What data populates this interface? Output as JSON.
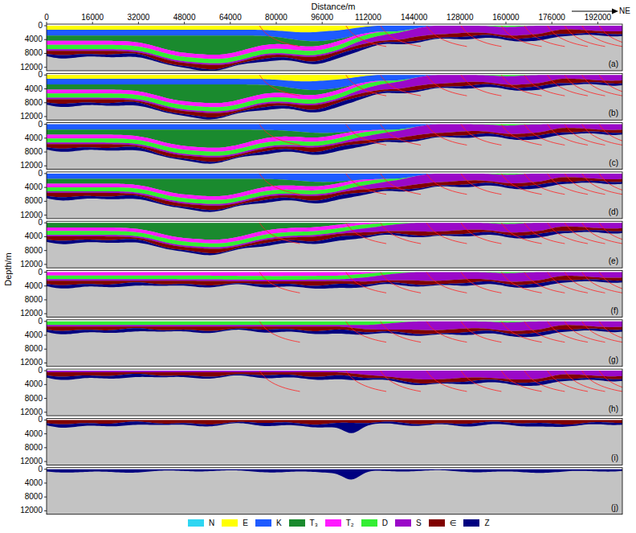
{
  "diagram": {
    "labels": [
      "Distance/m",
      "0",
      "16000",
      "32000",
      "48000",
      "64000",
      "80000",
      "96000",
      "112000",
      "144000",
      "128000",
      "160000",
      "176000",
      "192000",
      "NE",
      "Depth/m",
      "0",
      "4000",
      "8000",
      "12000",
      "(a)",
      "0",
      "4000",
      "8000",
      "12000",
      "(b)",
      "0",
      "4000",
      "8000",
      "12000",
      "(c)",
      "0",
      "4000",
      "8000",
      "12000",
      "(d)",
      "0",
      "4000",
      "8000",
      "12000",
      "(e)",
      "0",
      "4000",
      "8000",
      "12000",
      "(f)",
      "0",
      "4000",
      "8000",
      "12000",
      "(g)",
      "0",
      "4000",
      "8000",
      "12000",
      "(h)",
      "0",
      "4000",
      "8000",
      "12000",
      "(i)",
      "0",
      "4000",
      "8000",
      "12000",
      "(j)"
    ],
    "legend": [
      {
        "text": "N",
        "color": "#2fd6f2"
      },
      {
        "text": "E",
        "color": "#ffff00"
      },
      {
        "text": "K",
        "color": "#1e5bff"
      },
      {
        "text": "T₃",
        "color": "#1a8a2e"
      },
      {
        "text": "T₂",
        "color": "#ff1aff"
      },
      {
        "text": "D",
        "color": "#33ee33"
      },
      {
        "text": "S",
        "color": "#9a08c8"
      },
      {
        "text": "∈",
        "color": "#800000"
      },
      {
        "text": "Z",
        "color": "#000080"
      }
    ]
  }
}
